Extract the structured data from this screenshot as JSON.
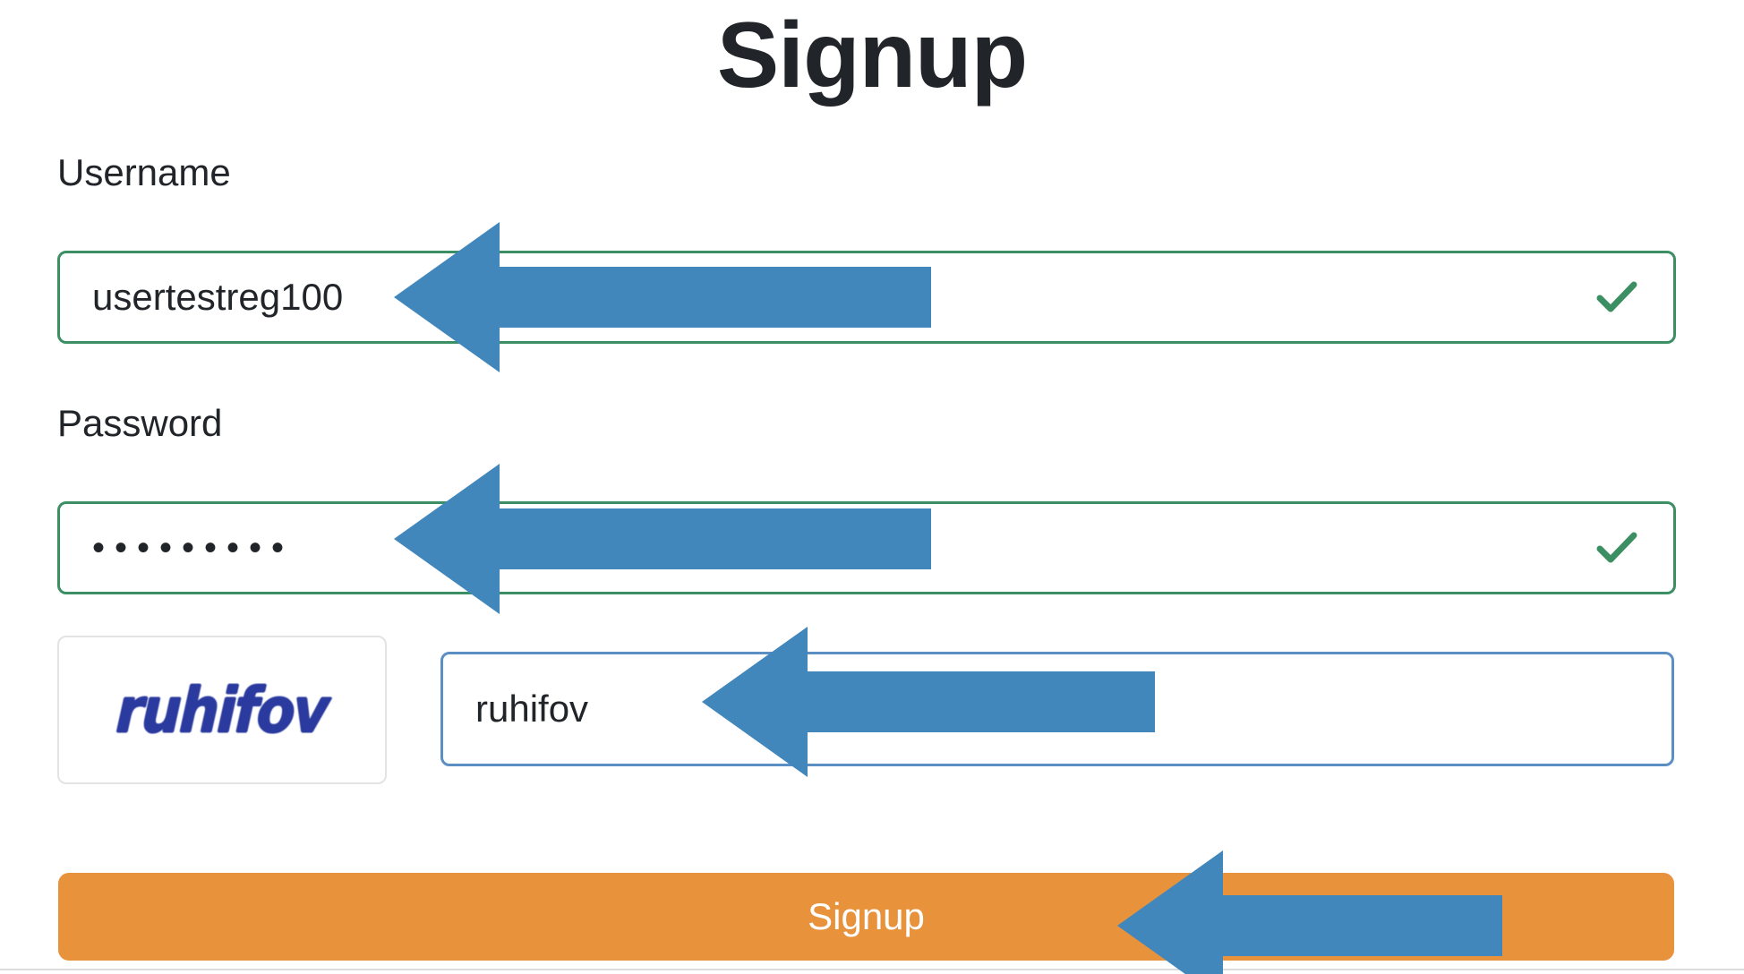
{
  "page": {
    "title": "Signup",
    "background_color": "#ffffff"
  },
  "form": {
    "username": {
      "label": "Username",
      "value": "usertestreg100",
      "placeholder": "Username",
      "state": "valid",
      "border_color": "#3c8f62",
      "check_icon_color": "#3c8f62"
    },
    "password": {
      "label": "Password",
      "value": "•••••••••",
      "masked_char_count": 9,
      "placeholder": "Password",
      "state": "valid",
      "border_color": "#3c8f62",
      "check_icon_color": "#3c8f62"
    },
    "captcha": {
      "image_text": "ruhifov",
      "image_color": "#2a3a9e",
      "input_value": "ruhifov",
      "placeholder": "",
      "state": "focused",
      "border_color": "#5b8fc4"
    },
    "submit": {
      "label": "Signup",
      "background_color": "#e8923c",
      "text_color": "#ffffff"
    }
  },
  "annotations": {
    "arrow_color": "#4187bc",
    "arrows": [
      {
        "name": "arrow-pointing-to-username-input",
        "direction": "left"
      },
      {
        "name": "arrow-pointing-to-password-input",
        "direction": "left"
      },
      {
        "name": "arrow-pointing-to-captcha-input",
        "direction": "left"
      },
      {
        "name": "arrow-pointing-to-signup-button",
        "direction": "left"
      }
    ]
  },
  "icons": {
    "valid_check": "check-icon"
  }
}
